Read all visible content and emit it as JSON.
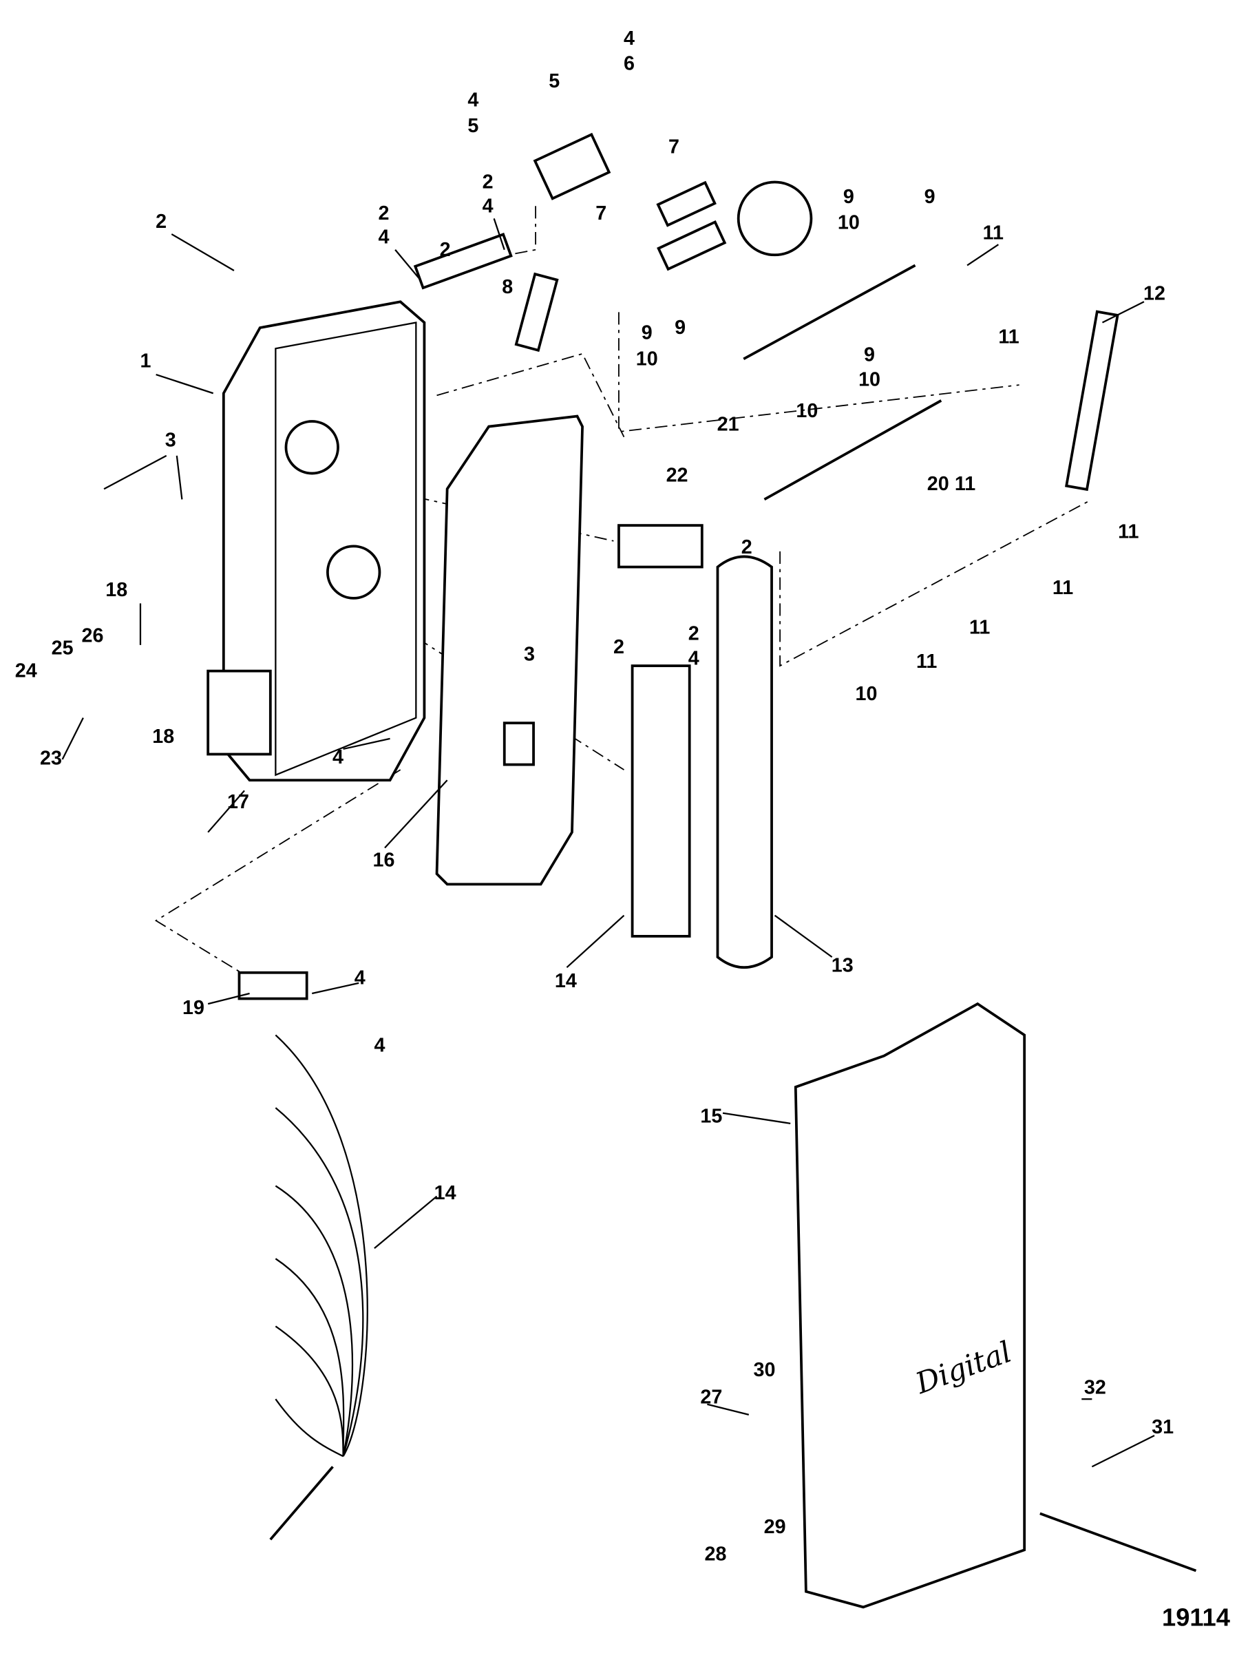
{
  "figure_number": "19114",
  "cover_logo_text": "Digital",
  "labels": [
    "4",
    "6",
    "4",
    "5",
    "5",
    "7",
    "7",
    "2",
    "4",
    "2",
    "4",
    "2",
    "2",
    "8",
    "9",
    "10",
    "9",
    "11",
    "12",
    "1",
    "9",
    "10",
    "9",
    "9",
    "10",
    "11",
    "3",
    "10",
    "21",
    "22",
    "20",
    "11",
    "11",
    "2",
    "2",
    "2",
    "4",
    "11",
    "11",
    "11",
    "10",
    "18",
    "26",
    "25",
    "24",
    "18",
    "23",
    "3",
    "4",
    "17",
    "16",
    "14",
    "13",
    "4",
    "19",
    "4",
    "15",
    "14",
    "27",
    "30",
    "32",
    "31",
    "29",
    "28"
  ]
}
